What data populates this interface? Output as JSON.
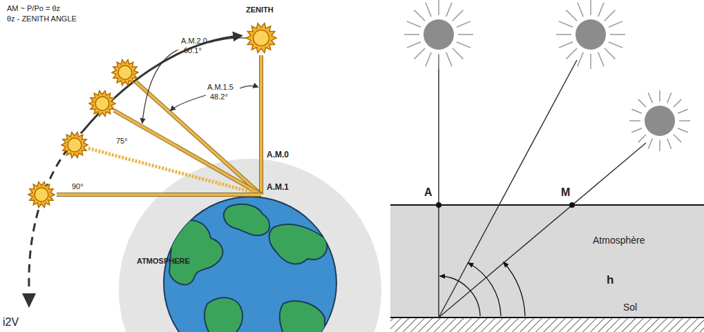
{
  "diagram": {
    "labels": [
      "AM ~ P/Po = θz",
      "θz - ZENITH ANGLE",
      "ZENITH",
      "A.M.2.0",
      "60.1°",
      "A.M.1.5",
      "48.2°",
      "A.M.0",
      "75°",
      "90°",
      "A.M.1",
      "ATMOSPHERE",
      "i2V",
      "A",
      "M",
      "Atmosphère",
      "h",
      "Sol"
    ]
  }
}
